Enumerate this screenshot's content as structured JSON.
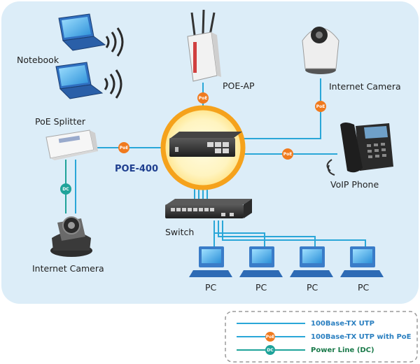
{
  "colors": {
    "background": "#dcedf8",
    "utp_line": "#2aa7d8",
    "poe_badge": "#f07a1e",
    "dc_badge": "#1fa39a",
    "poe_ring": "#f5a21c",
    "legend_text": "#2a7fc0",
    "legend_dc_text": "#1a7a4a"
  },
  "labels": {
    "notebook": "Notebook",
    "poe_ap": "POE-AP",
    "camera_top": "Internet Camera",
    "poe_splitter": "PoE Splitter",
    "switch_name": "POE-400",
    "voip_phone": "VoIP Phone",
    "switch": "Switch",
    "camera_bottom": "Internet Camera",
    "pc": [
      "PC",
      "PC",
      "PC",
      "PC"
    ]
  },
  "badges": {
    "poe": "PoE",
    "dc": "DC"
  },
  "legend": {
    "utp": "100Base-TX UTP",
    "utp_poe": "100Base-TX UTP with PoE",
    "power": "Power Line (DC)"
  }
}
